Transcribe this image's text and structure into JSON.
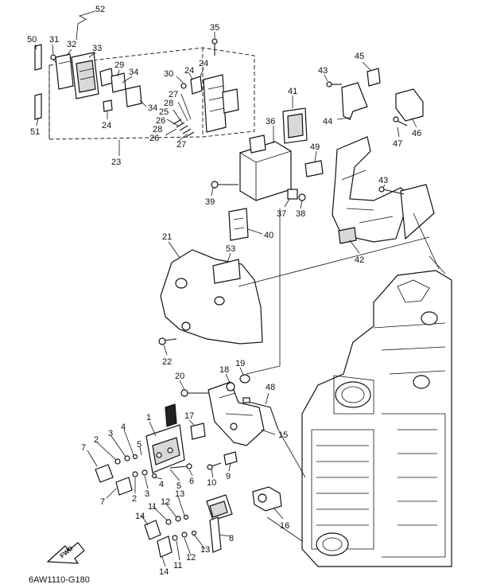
{
  "diagram_code": "6AW1110-G180",
  "fwd_label": "FWD",
  "callouts": {
    "c1": "1",
    "c2a": "2",
    "c2b": "2",
    "c3a": "3",
    "c3b": "3",
    "c4a": "4",
    "c4b": "4",
    "c5a": "5",
    "c5b": "5",
    "c6": "6",
    "c7a": "7",
    "c7b": "7",
    "c8": "8",
    "c9": "9",
    "c10": "10",
    "c11a": "11",
    "c11b": "11",
    "c12a": "12",
    "c12b": "12",
    "c13a": "13",
    "c13b": "13",
    "c14a": "14",
    "c14b": "14",
    "c15": "15",
    "c16": "16",
    "c17": "17",
    "c18": "18",
    "c19": "19",
    "c20": "20",
    "c21": "21",
    "c22": "22",
    "c23": "23",
    "c24a": "24",
    "c24b": "24",
    "c24c": "24",
    "c25": "25",
    "c26a": "26",
    "c26b": "26",
    "c27a": "27",
    "c27b": "27",
    "c28a": "28",
    "c28b": "28",
    "c29": "29",
    "c30": "30",
    "c31": "31",
    "c32": "32",
    "c33": "33",
    "c34a": "34",
    "c34b": "34",
    "c35": "35",
    "c36": "36",
    "c37": "37",
    "c38": "38",
    "c39": "39",
    "c40": "40",
    "c41": "41",
    "c42": "42",
    "c43a": "43",
    "c43b": "43",
    "c44": "44",
    "c45": "45",
    "c46": "46",
    "c47": "47",
    "c48": "48",
    "c49": "49",
    "c50": "50",
    "c51": "51",
    "c52": "52",
    "c53": "53"
  }
}
